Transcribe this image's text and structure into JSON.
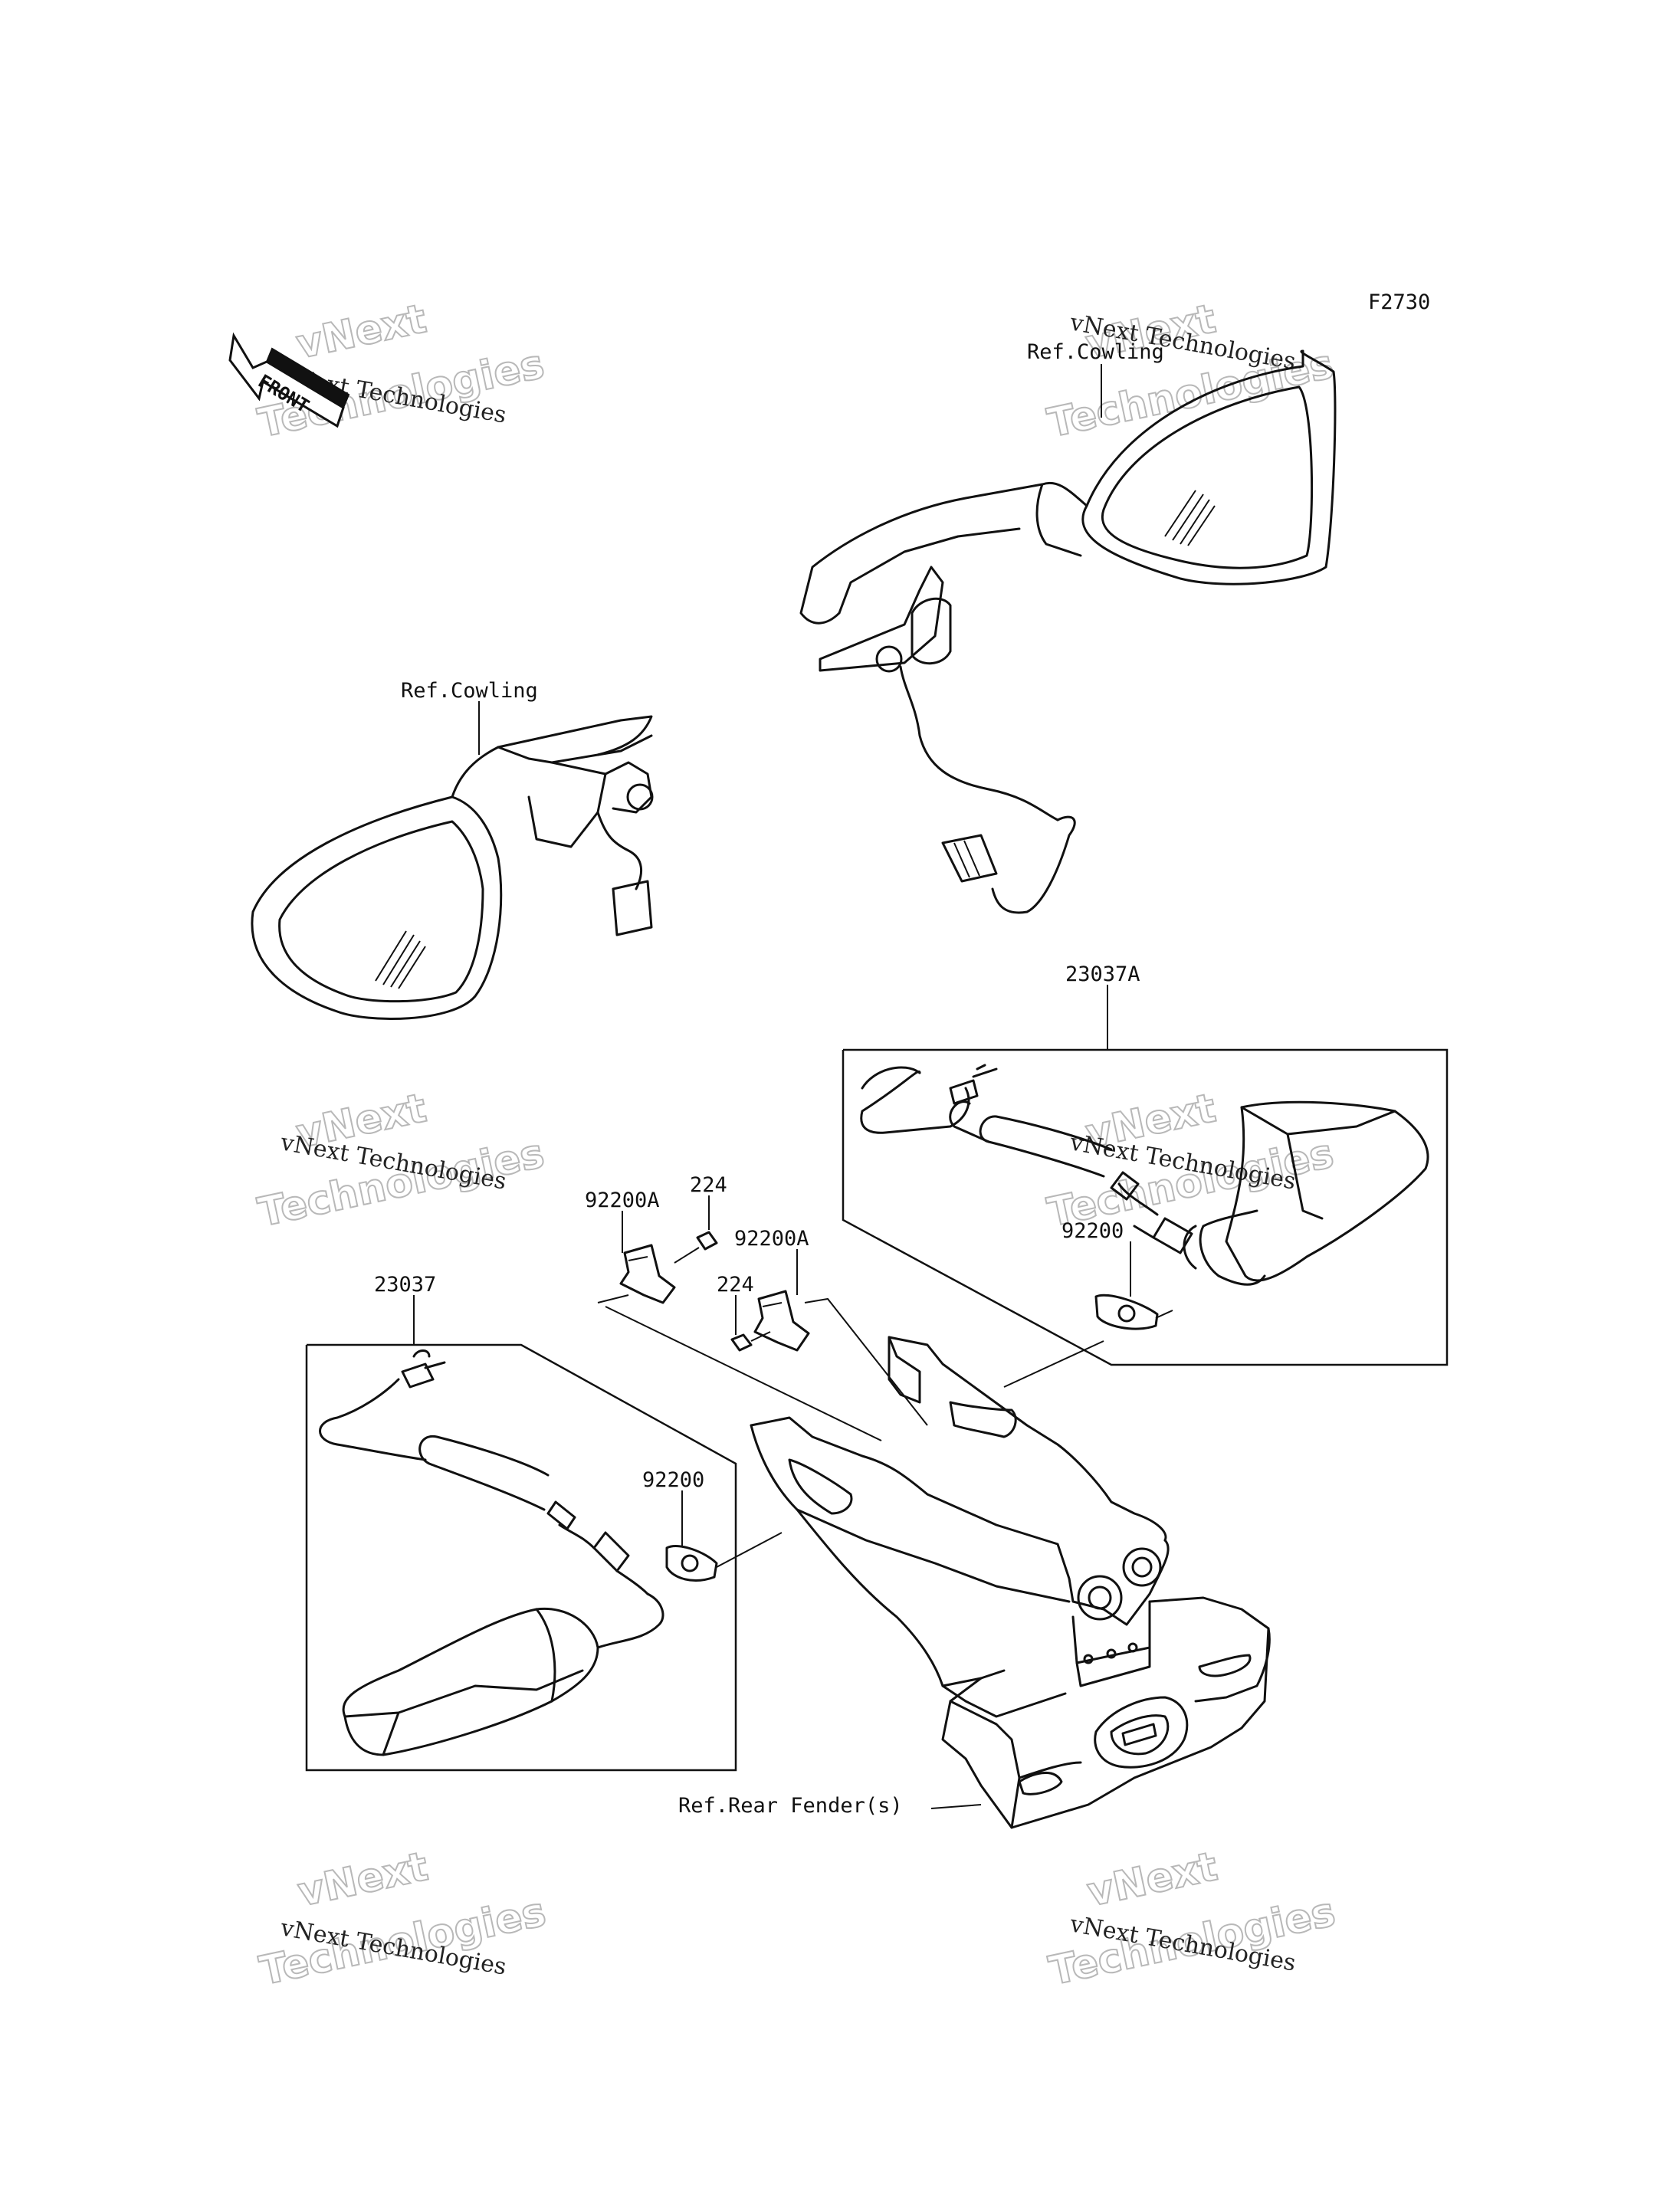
{
  "figure_id": "F2730",
  "watermark": {
    "line1": "vNext Technologies",
    "line2": "vNext",
    "line3": "Technologies"
  },
  "front_arrow": "FRONT",
  "labels": {
    "ref_cowling_top": "Ref.Cowling",
    "ref_cowling_left": "Ref.Cowling",
    "part_23037A": "23037A",
    "part_23037": "23037",
    "part_92200_right": "92200",
    "part_92200_left": "92200",
    "part_92200A_left": "92200A",
    "part_92200A_right": "92200A",
    "part_224_top": "224",
    "part_224_mid": "224",
    "ref_rear_fender": "Ref.Rear Fender(s)"
  }
}
